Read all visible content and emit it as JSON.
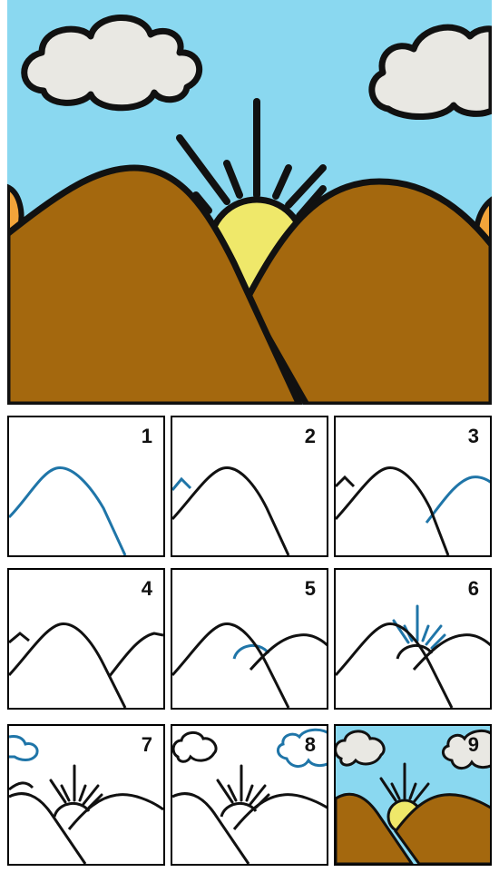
{
  "colors": {
    "sky": "#8ad8f0",
    "mountain": "#a4680e",
    "sun": "#efe86a",
    "cloud": "#e9e8e3",
    "outline": "#111111",
    "new_line": "#1f75a8",
    "side_hill": "#f2a43a"
  },
  "steps": [
    {
      "number": "1"
    },
    {
      "number": "2"
    },
    {
      "number": "3"
    },
    {
      "number": "4"
    },
    {
      "number": "5"
    },
    {
      "number": "6"
    },
    {
      "number": "7"
    },
    {
      "number": "8"
    },
    {
      "number": "9"
    }
  ]
}
